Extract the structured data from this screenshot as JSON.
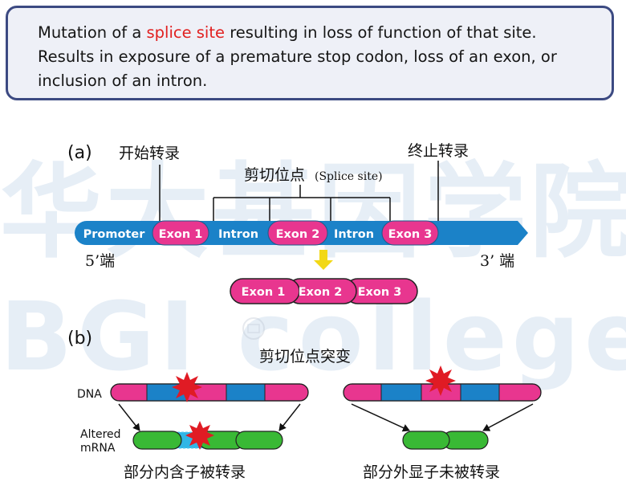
{
  "banner": {
    "text_before": "Mutation of a ",
    "highlight": "splice site",
    "text_after": " resulting in loss of function of that site. Results in exposure of a premature stop codon, loss of an exon, or inclusion of an intron.",
    "highlight_color": "#e12020"
  },
  "watermark": {
    "cn": "华大基因学院",
    "en": "BGI college"
  },
  "panel_a": {
    "label": "(a)",
    "start_label": "开始转录",
    "end_label": "终止转录",
    "splice_cn": "剪切位点",
    "splice_en": "(Splice site)",
    "five_prime": "5’端",
    "three_prime": "3’ 端",
    "segments": [
      {
        "label": "Promoter",
        "kind": "dna"
      },
      {
        "label": "Exon 1",
        "kind": "exon"
      },
      {
        "label": "Intron",
        "kind": "dna"
      },
      {
        "label": "Exon 2",
        "kind": "exon"
      },
      {
        "label": "Intron",
        "kind": "dna"
      },
      {
        "label": "Exon 3",
        "kind": "exon"
      }
    ],
    "mature": [
      "Exon 1",
      "Exon 2",
      "Exon 3"
    ]
  },
  "panel_b": {
    "label": "(b)",
    "title": "剪切位点突变",
    "dna_label": "DNA",
    "altered_label_1": "Altered",
    "altered_label_2": "mRNA",
    "left_caption": "部分内含子被转录",
    "right_caption": "部分外显子未被转录"
  },
  "colors": {
    "exon": "#e8368f",
    "dna": "#1b82c8",
    "mrna": "#39b935",
    "intron_keep": "#31b6e6",
    "star": "#e01b24",
    "arrow": "#f2d816",
    "banner_border": "#3c4a82"
  }
}
